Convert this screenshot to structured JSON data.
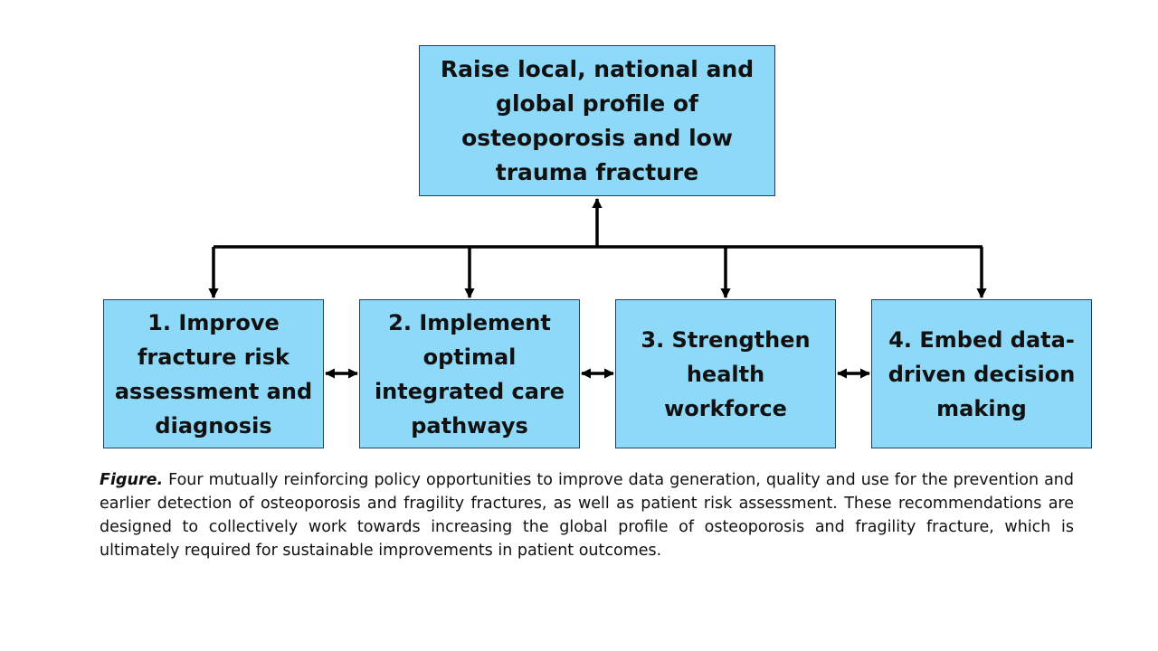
{
  "colors": {
    "box_fill": "#8ed8f8",
    "box_border": "#1f3f63",
    "connector": "#000000"
  },
  "top_box": {
    "text": "Raise local, national and global profile of osteoporosis and low trauma fracture"
  },
  "sub_boxes": [
    {
      "text": "1. Improve fracture risk assessment and diagnosis"
    },
    {
      "text": "2. Implement optimal integrated care pathways"
    },
    {
      "text": "3. Strengthen health workforce"
    },
    {
      "text": "4. Embed data-driven decision making"
    }
  ],
  "caption": {
    "label": "Figure.",
    "text": " Four mutually reinforcing policy opportunities to improve data generation, quality and use for the prevention and earlier detection of osteoporosis and fragility fractures, as well as patient risk assessment. These recommendations are designed to collectively work towards increasing the global profile of osteoporosis and fragility fracture, which is ultimately required for sustainable improvements in patient outcomes."
  }
}
